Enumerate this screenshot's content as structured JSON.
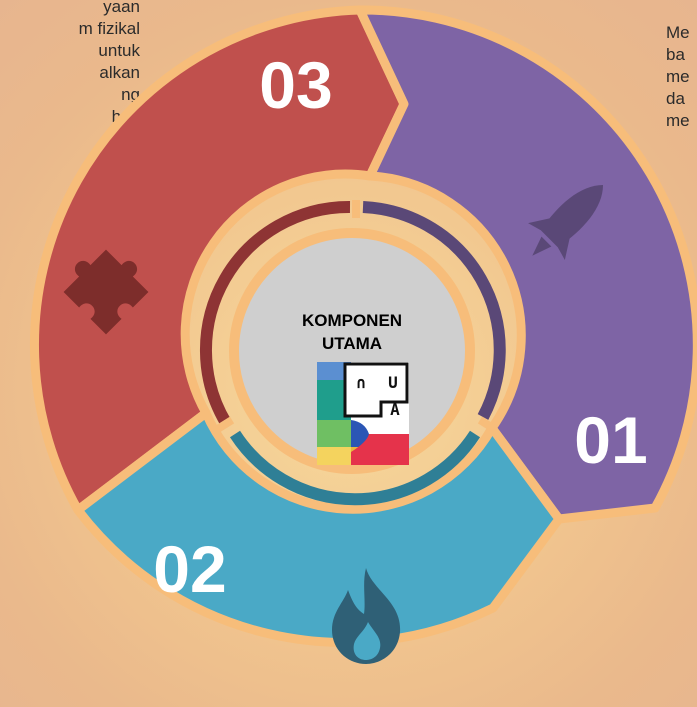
{
  "center": {
    "title_line1": "KOMPONEN",
    "title_line2": "UTAMA",
    "logo_letters": [
      "∩",
      "U",
      "A"
    ]
  },
  "segments": [
    {
      "number": "01",
      "color": "#7e64a5",
      "inner_ring_color": "#5a4877",
      "icon": "rocket-icon",
      "icon_color": "#5a4877"
    },
    {
      "number": "02",
      "color": "#4aa9c6",
      "inner_ring_color": "#2f7f96",
      "icon": "flame-icon",
      "icon_color": "#2f6076"
    },
    {
      "number": "03",
      "color": "#c0504d",
      "inner_ring_color": "#8e3434",
      "icon": "puzzle-icon",
      "icon_color": "#7d2d2b"
    }
  ],
  "left_text_lines": [
    "yaan",
    "m fizikal",
    "untuk",
    "alkan",
    "ng",
    "han"
  ],
  "right_text_lines": [
    "Me",
    "ba",
    "me",
    "da",
    "me"
  ],
  "colors": {
    "segment_border": "#f7bd7a",
    "center_disc": "#cfcfcf",
    "number_text": "#ffffff"
  }
}
